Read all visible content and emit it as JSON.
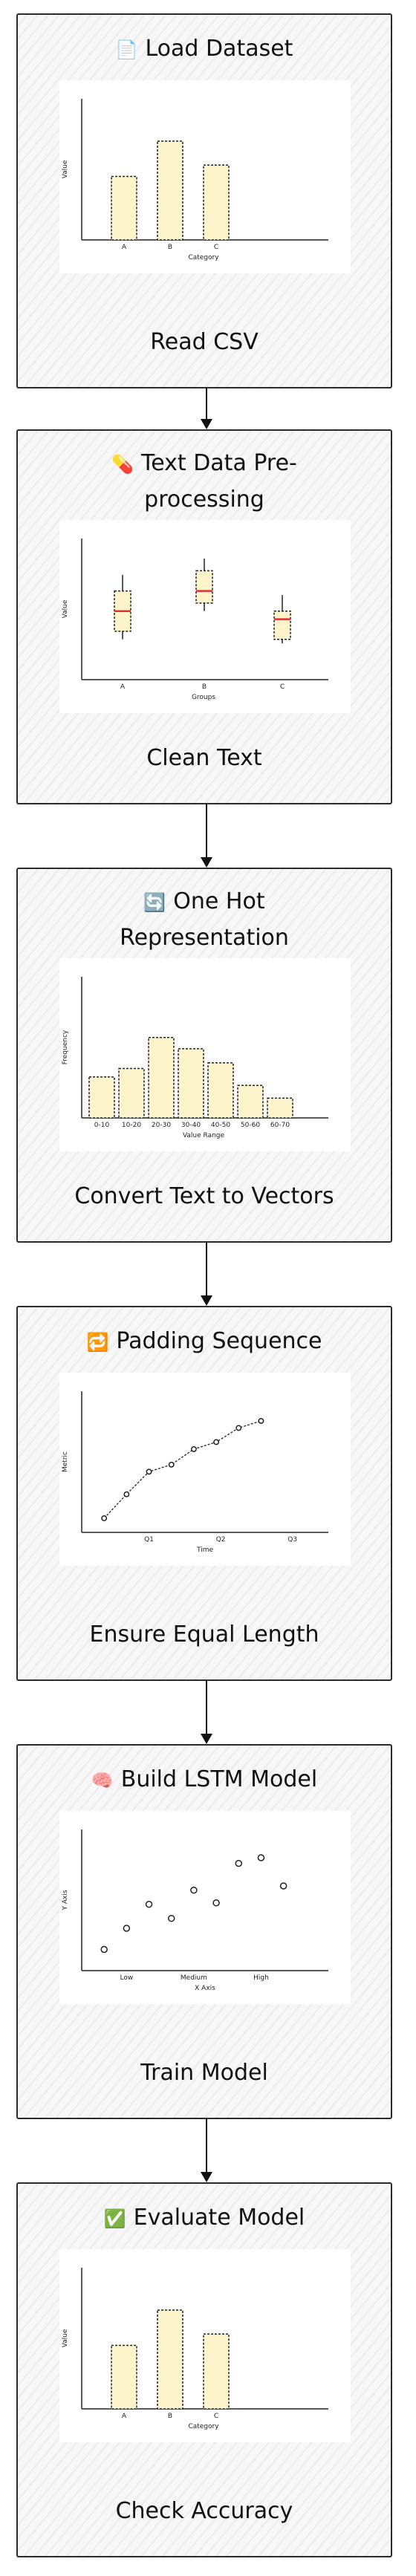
{
  "steps": [
    {
      "icon": "page-icon",
      "emoji": "📄",
      "title_lines": [
        "Load Dataset"
      ],
      "caption": "Read CSV"
    },
    {
      "icon": "pill-icon",
      "emoji": "💊",
      "title_lines": [
        "Text Data Pre-",
        "processing"
      ],
      "caption": "Clean Text"
    },
    {
      "icon": "refresh-icon",
      "emoji": "🔄",
      "title_lines": [
        "One Hot",
        "Representation"
      ],
      "caption": "Convert Text to Vectors"
    },
    {
      "icon": "repeat-icon",
      "emoji": "🔁",
      "title_lines": [
        "Padding Sequence"
      ],
      "caption": "Ensure Equal Length"
    },
    {
      "icon": "brain-icon",
      "emoji": "🧠",
      "title_lines": [
        "Build LSTM Model"
      ],
      "caption": "Train Model"
    },
    {
      "icon": "check-icon",
      "emoji": "✅",
      "title_lines": [
        "Evaluate Model"
      ],
      "caption": "Check Accuracy"
    }
  ],
  "colors": {
    "bar_fill": "#fdf4cc",
    "median": "#e03030",
    "border": "#2b2b2b"
  },
  "chart_data": [
    {
      "type": "bar",
      "categories": [
        "A",
        "B",
        "C"
      ],
      "values": [
        45,
        70,
        53
      ],
      "xlabel": "Category",
      "ylabel": "Value",
      "ylim": [
        0,
        100
      ]
    },
    {
      "type": "box",
      "categories": [
        "A",
        "B",
        "C"
      ],
      "boxes": [
        {
          "whisker_low": 60,
          "q1": 64,
          "median": 74,
          "q3": 84,
          "whisker_high": 92
        },
        {
          "whisker_low": 74,
          "q1": 78,
          "median": 84,
          "q3": 94,
          "whisker_high": 100
        },
        {
          "whisker_low": 58,
          "q1": 60,
          "median": 70,
          "q3": 74,
          "whisker_high": 82
        }
      ],
      "xlabel": "Groups",
      "ylabel": "Value",
      "ylim": [
        40,
        110
      ]
    },
    {
      "type": "bar",
      "categories": [
        "0-10",
        "10-20",
        "20-30",
        "30-40",
        "40-50",
        "50-60",
        "60-70"
      ],
      "values": [
        29,
        35,
        57,
        49,
        39,
        23,
        14
      ],
      "xlabel": "Value Range",
      "ylabel": "Frequency",
      "ylim": [
        0,
        100
      ]
    },
    {
      "type": "line",
      "x": [
        0,
        0.5,
        1,
        1.5,
        2,
        2.5,
        3,
        3.5
      ],
      "y": [
        10,
        27,
        43,
        48,
        59,
        64,
        74,
        79
      ],
      "tick_positions": [
        1,
        2.6,
        4.2
      ],
      "xticks": [
        "Q1",
        "Q2",
        "Q3"
      ],
      "xlabel": "Time",
      "ylabel": "Metric",
      "xlim": [
        -0.5,
        5
      ],
      "ylim": [
        0,
        100
      ]
    },
    {
      "type": "scatter",
      "x": [
        0,
        1,
        2,
        3,
        4,
        5,
        6,
        7,
        8
      ],
      "y": [
        15,
        30,
        47,
        37,
        57,
        48,
        76,
        80,
        60
      ],
      "tick_positions": [
        1,
        4,
        7
      ],
      "xticks": [
        "Low",
        "Medium",
        "High"
      ],
      "xlabel": "X Axis",
      "ylabel": "Y Axis",
      "xlim": [
        -1,
        10
      ],
      "ylim": [
        0,
        100
      ]
    },
    {
      "type": "bar",
      "categories": [
        "A",
        "B",
        "C"
      ],
      "values": [
        45,
        70,
        53
      ],
      "xlabel": "Category",
      "ylabel": "Value",
      "ylim": [
        0,
        100
      ]
    }
  ]
}
